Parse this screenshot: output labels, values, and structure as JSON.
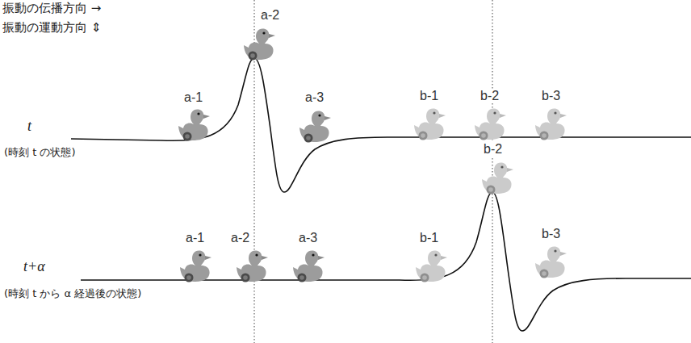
{
  "diagram": {
    "labels": [
      "振動の伝播方向 →",
      "振動の運動方向 ⇕",
      "a-1",
      "a-2",
      "a-3",
      "b-1",
      "b-2",
      "b-3",
      "t",
      "(時刻 t の状態)",
      "a-1",
      "a-2",
      "a-3",
      "b-1",
      "b-2",
      "b-3",
      "t+α",
      "(時刻 t から α 経過後の状態)"
    ]
  }
}
